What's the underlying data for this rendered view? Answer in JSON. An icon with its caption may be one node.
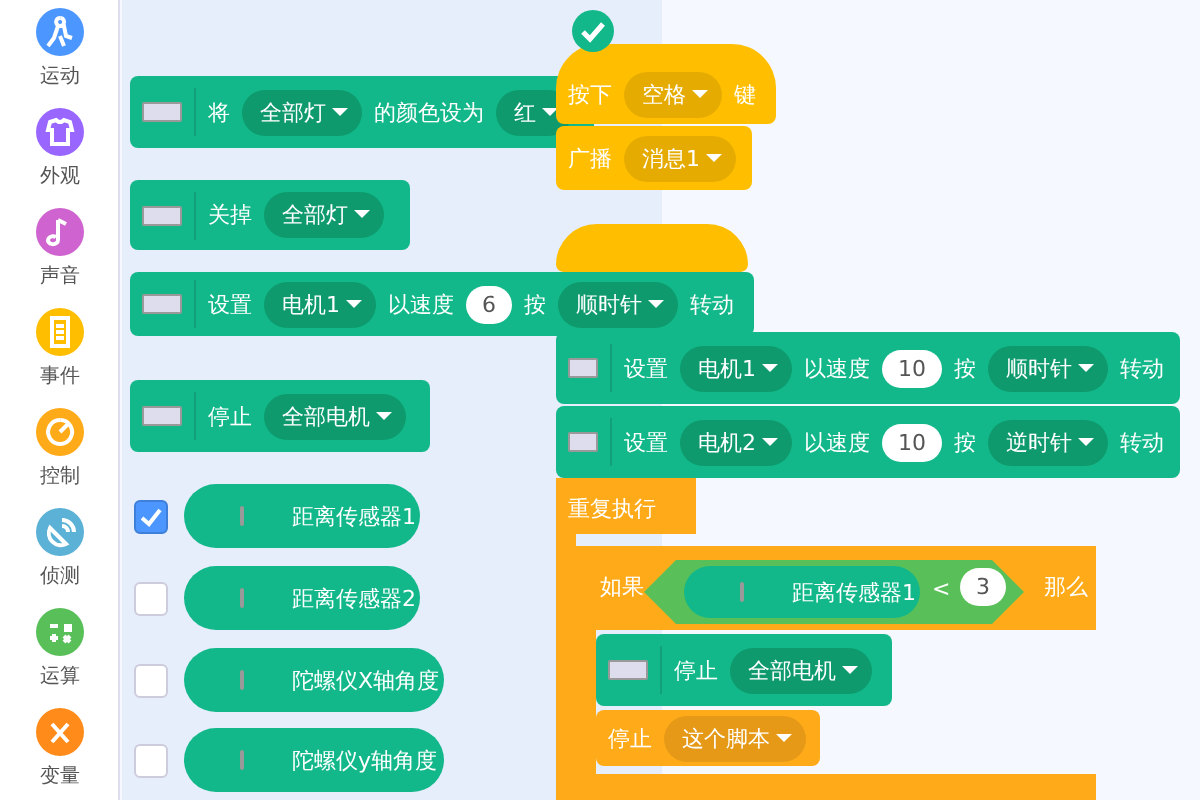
{
  "diagram": {
    "nodes": [
      {
        "text": [
          "将",
          "全部灯",
          "的颜色设为",
          "红"
        ]
      },
      {
        "text": [
          "关掉",
          "全部灯"
        ]
      },
      {
        "text": [
          "设置",
          "电机1",
          "以速度",
          "6",
          "按",
          "顺时针",
          "转动"
        ]
      },
      {
        "text": [
          "停止",
          "全部电机"
        ]
      },
      {
        "text": [
          "距离传感器1"
        ]
      },
      {
        "text": [
          "距离传感器2"
        ]
      },
      {
        "text": [
          "陀螺仪X轴角度"
        ]
      },
      {
        "text": [
          "陀螺仪y轴角度"
        ]
      },
      {
        "text": [
          "按下",
          "空格",
          "键"
        ]
      },
      {
        "text": [
          "广播",
          "消息1"
        ]
      },
      {
        "text": [],
        "shape": "box"
      },
      {
        "text": [
          "设置",
          "电机1",
          "以速度",
          "10",
          "按",
          "顺时针",
          "转动"
        ]
      },
      {
        "text": [
          "设置",
          "电机2",
          "以速度",
          "10",
          "按",
          "逆时针",
          "转动"
        ]
      },
      {
        "text": [
          "重复执行"
        ]
      },
      {
        "text": [
          "如果",
          "那么"
        ],
        "in": 13
      },
      {
        "text": [
          "<",
          "3"
        ],
        "in": 14
      },
      {
        "text": [
          "距离传感器1"
        ],
        "in": 15
      },
      {
        "text": [
          "停止",
          "全部电机"
        ],
        "in": 14
      },
      {
        "text": [
          "停止",
          "这个脚本"
        ],
        "in": 14
      }
    ],
    "edges": [],
    "labels": [
      "运动",
      "外观",
      "声音",
      "事件",
      "控制",
      "侦测",
      "运算",
      "变量"
    ]
  }
}
